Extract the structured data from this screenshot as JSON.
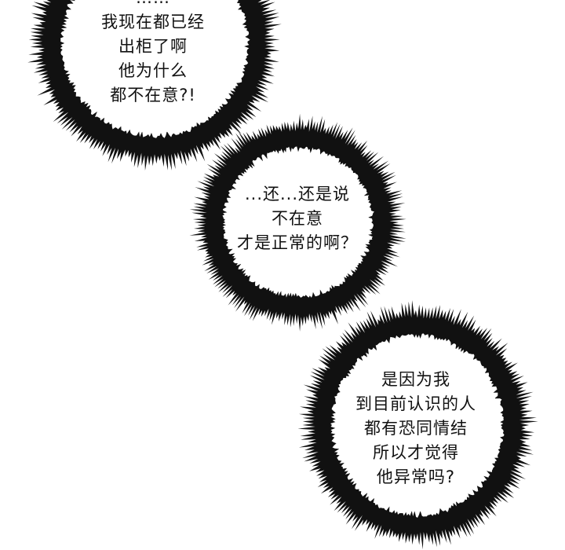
{
  "panel": {
    "background": "#ffffff",
    "ink_color": "#111111"
  },
  "bubbles": [
    {
      "id": "bubble-1",
      "style": "spiky-thought-ring",
      "lines": [
        "……",
        "我现在都已经",
        "出柜了啊",
        "他为什么",
        "都不在意?!"
      ]
    },
    {
      "id": "bubble-2",
      "style": "spiky-thought-ring",
      "lines": [
        "...还...还是说",
        "不在意",
        "才是正常的啊？"
      ]
    },
    {
      "id": "bubble-3",
      "style": "spiky-thought-ring",
      "lines": [
        "是因为我",
        "到目前认识的人",
        "都有恐同情结",
        "所以才觉得",
        "他异常吗?"
      ]
    }
  ]
}
